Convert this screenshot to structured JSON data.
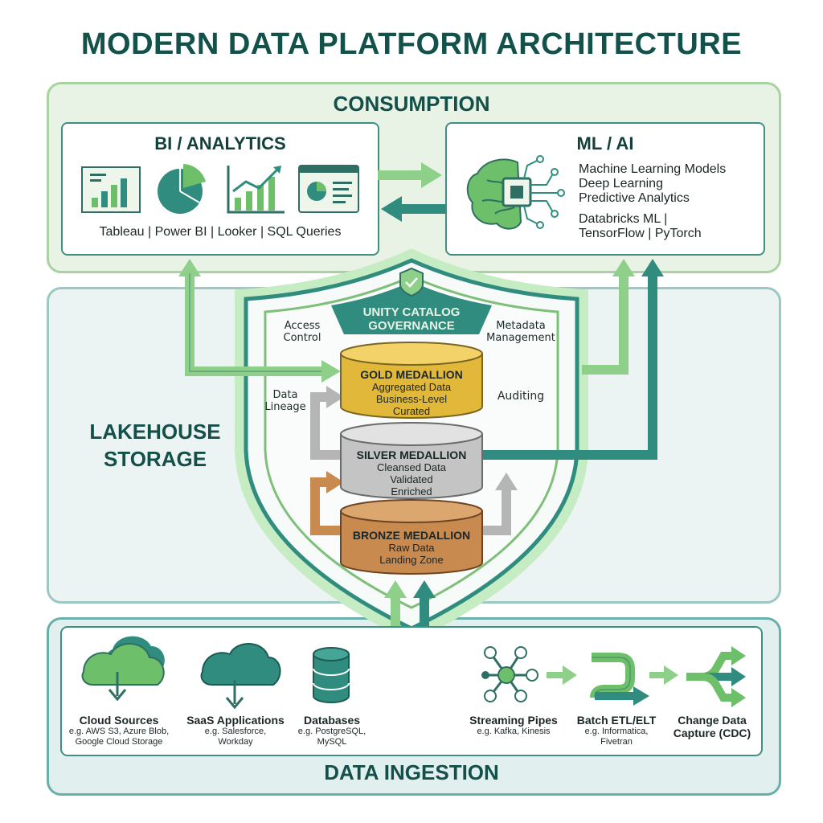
{
  "title": "MODERN DATA PLATFORM ARCHITECTURE",
  "consumption": {
    "label": "CONSUMPTION",
    "bi": {
      "title": "BI / ANALYTICS",
      "tools": "Tableau | Power BI | Looker | SQL Queries"
    },
    "ml": {
      "title": "ML / AI",
      "lines": [
        "Machine Learning Models",
        "Deep Learning",
        "Predictive Analytics"
      ],
      "frameworks": [
        "Databricks ML |",
        "TensorFlow | PyTorch"
      ]
    }
  },
  "lakehouse": {
    "label_lines": [
      "LAKEHOUSE",
      "STORAGE"
    ],
    "governance": {
      "title_lines": [
        "UNITY CATALOG",
        "GOVERNANCE"
      ],
      "access_control": [
        "Access",
        "Control"
      ],
      "metadata": [
        "Metadata",
        "Management"
      ],
      "lineage": [
        "Data",
        "Lineage"
      ],
      "auditing": "Auditing"
    },
    "gold": {
      "title": "GOLD MEDALLION",
      "lines": [
        "Aggregated Data",
        "Business-Level",
        "Curated"
      ]
    },
    "silver": {
      "title": "SILVER MEDALLION",
      "lines": [
        "Cleansed Data",
        "Validated",
        "Enriched"
      ]
    },
    "bronze": {
      "title": "BRONZE MEDALLION",
      "lines": [
        "Raw Data",
        "Landing Zone"
      ]
    }
  },
  "ingestion": {
    "label": "DATA INGESTION",
    "sources": [
      {
        "title": "Cloud Sources",
        "sub": [
          "e.g. AWS S3, Azure Blob,",
          "Google Cloud Storage"
        ]
      },
      {
        "title": "SaaS Applications",
        "sub": [
          "e.g. Salesforce,",
          "Workday"
        ]
      },
      {
        "title": "Databases",
        "sub": [
          "e.g. PostgreSQL,",
          "MySQL"
        ]
      },
      {
        "title": "Streaming Pipes",
        "sub": [
          "e.g. Kafka, Kinesis"
        ]
      },
      {
        "title": "Batch ETL/ELT",
        "sub": [
          "e.g. Informatica,",
          "Fivetran"
        ]
      },
      {
        "title_lines": [
          "Change Data",
          "Capture (CDC)"
        ]
      }
    ]
  },
  "colors": {
    "dark_teal": "#12524a",
    "teal": "#2f8c7e",
    "green": "#6dbf6a",
    "gold": "#e2b83b",
    "silver": "#c4c4c4",
    "bronze": "#c98a50"
  }
}
